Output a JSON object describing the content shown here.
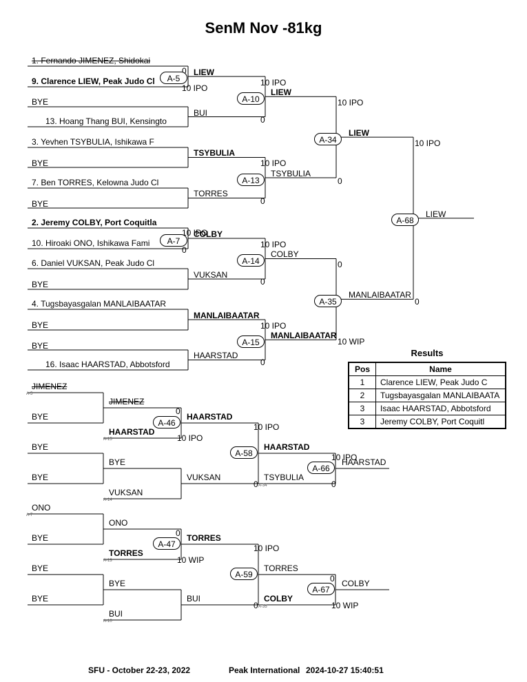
{
  "title": "SenM Nov -81kg",
  "winners": {
    "slots": [
      {
        "text": "1. Fernando JIMENEZ, Shidokai",
        "struck": true
      },
      {
        "text": "9. Clarence LIEW, Peak Judo Cl",
        "bold": true
      },
      {
        "text": "BYE"
      },
      {
        "text": "13. Hoang Thang BUI, Kensingto"
      },
      {
        "text": "3. Yevhen TSYBULIA, Ishikawa F"
      },
      {
        "text": "BYE"
      },
      {
        "text": "7. Ben TORRES, Kelowna Judo Cl"
      },
      {
        "text": "BYE"
      },
      {
        "text": "2. Jeremy COLBY, Port Coquitla",
        "bold": true
      },
      {
        "text": "10. Hiroaki ONO, Ishikawa Fami"
      },
      {
        "text": "6. Daniel VUKSAN, Peak Judo Cl"
      },
      {
        "text": "BYE"
      },
      {
        "text": "4. Tugsbayasgalan MANLAIBAATAR"
      },
      {
        "text": "BYE"
      },
      {
        "text": "BYE"
      },
      {
        "text": "16. Isaac HAARSTAD, Abbotsford"
      }
    ],
    "r1": [
      {
        "top": "LIEW",
        "topBold": true,
        "bottom": "",
        "match": "A-5",
        "s_top": "0",
        "s_bot": "10 IPO"
      },
      {
        "top": "BUI",
        "bottom": "",
        "match": ""
      },
      {
        "top": "TSYBULIA",
        "topBold": true,
        "bottom": "",
        "match": ""
      },
      {
        "top": "TORRES",
        "bottom": "",
        "match": ""
      },
      {
        "top": "COLBY",
        "topBold": true,
        "bottom": "",
        "match": "A-7",
        "s_top": "10 IPO",
        "s_bot": "0"
      },
      {
        "top": "VUKSAN",
        "bottom": "",
        "match": ""
      },
      {
        "top": "MANLAIBAATAR",
        "topBold": true,
        "bottom": "",
        "match": ""
      },
      {
        "top": "HAARSTAD",
        "bottom": "",
        "match": ""
      }
    ],
    "r2": [
      {
        "top": "LIEW",
        "topBold": true,
        "match": "A-10",
        "s_top": "10 IPO",
        "s_bot": "0"
      },
      {
        "top": "TSYBULIA",
        "match": "A-13",
        "s_top": "10 IPO",
        "s_bot": "0"
      },
      {
        "top": "COLBY",
        "match": "A-14",
        "s_top": "10 IPO",
        "s_bot": "0"
      },
      {
        "top": "MANLAIBAATAR",
        "topBold": true,
        "match": "A-15",
        "s_top": "10 IPO",
        "s_bot": "0"
      }
    ],
    "r3": [
      {
        "top": "LIEW",
        "topBold": true,
        "match": "A-34",
        "s_top": "10 IPO",
        "s_bot": "0"
      },
      {
        "top": "MANLAIBAATAR",
        "match": "A-35",
        "s_top": "0",
        "s_bot": "10 WIP"
      }
    ],
    "final": {
      "winner": "LIEW",
      "match": "A-68",
      "s_top": "10 IPO",
      "s_bot": "0"
    }
  },
  "repechage": {
    "block1": {
      "a": "JIMENEZ",
      "a_struck": true,
      "a_ref": "A-5",
      "b": "BYE",
      "a2": "JIMENEZ",
      "a2_struck": true,
      "b2": "HAARSTAD",
      "b2_bold": true,
      "b2_ref": "A-15",
      "m46": {
        "match": "A-46",
        "winner": "HAARSTAD",
        "s_top": "0",
        "s_bot": "10 IPO"
      },
      "c": "BYE",
      "d": "BYE",
      "c2": "BYE",
      "d2": "VUKSAN",
      "d2_ref": "A-14",
      "vuksan": "VUKSAN",
      "m58": {
        "match": "A-58",
        "winner": "HAARSTAD",
        "s_top": "10 IPO",
        "s_bot": "0"
      },
      "tsybulia": "TSYBULIA",
      "tsybulia_ref": "A-34",
      "m66": {
        "match": "A-66",
        "winner": "HAARSTAD",
        "s_top": "10 IPO",
        "s_bot": "0"
      }
    },
    "block2": {
      "a": "ONO",
      "a_ref": "A-7",
      "b": "BYE",
      "a2": "ONO",
      "b2": "TORRES",
      "b2_bold": true,
      "b2_ref": "A-13",
      "m47": {
        "match": "A-47",
        "winner": "TORRES",
        "s_top": "0",
        "s_bot": "10 WIP"
      },
      "c": "BYE",
      "d": "BYE",
      "c2": "BYE",
      "d2": "BUI",
      "d2_ref": "A-10",
      "bui": "BUI",
      "m59": {
        "match": "A-59",
        "winner": "TORRES",
        "s_top": "10 IPO",
        "s_bot": "0"
      },
      "colby": "COLBY",
      "colby_ref": "A-35",
      "m67": {
        "match": "A-67",
        "winner": "COLBY",
        "s_top": "0",
        "s_bot": "10 WIP"
      }
    }
  },
  "results": {
    "title": "Results",
    "headers": [
      "Pos",
      "Name"
    ],
    "rows": [
      {
        "pos": "1",
        "name": "Clarence LIEW, Peak Judo C"
      },
      {
        "pos": "2",
        "name": "Tugsbayasgalan MANLAIBAATA"
      },
      {
        "pos": "3",
        "name": "Isaac HAARSTAD, Abbotsford"
      },
      {
        "pos": "3",
        "name": "Jeremy COLBY, Port Coquitl"
      }
    ]
  },
  "footer": {
    "event": "SFU - October 22-23, 2022",
    "org": "Peak International",
    "timestamp": "2024-10-27 15:40:51"
  }
}
